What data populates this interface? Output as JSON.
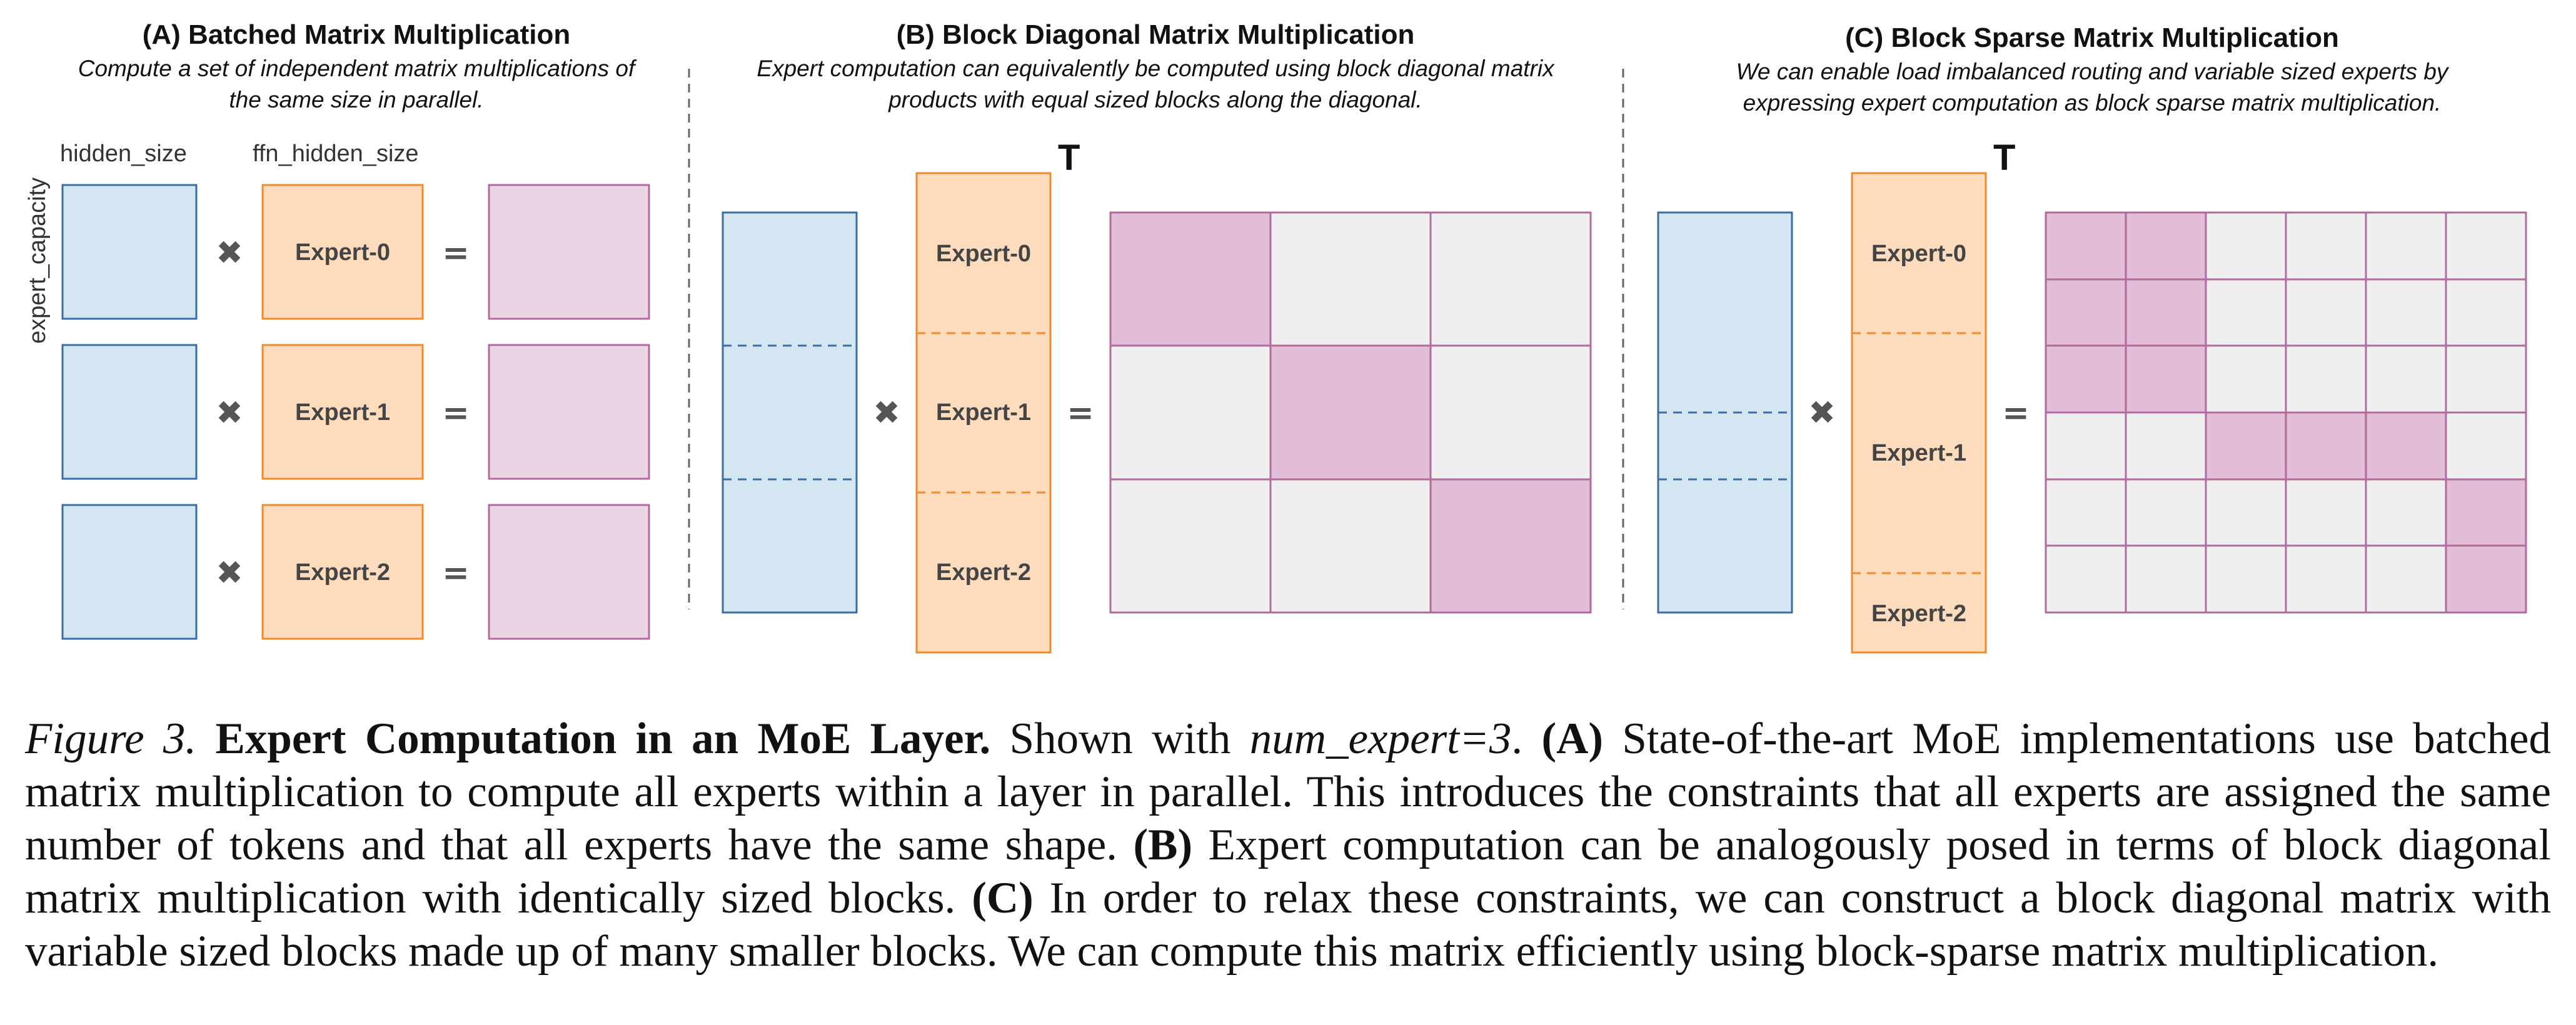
{
  "panels": {
    "a": {
      "title": "(A) Batched Matrix Multiplication",
      "subtitle_line1": "Compute a set of independent matrix multiplications of",
      "subtitle_line2": "the same size in parallel.",
      "label_hidden_size": "hidden_size",
      "label_ffn_hidden_size": "ffn_hidden_size",
      "label_expert_capacity": "expert_capacity",
      "experts": [
        "Expert-0",
        "Expert-1",
        "Expert-2"
      ]
    },
    "b": {
      "title": "(B) Block Diagonal Matrix Multiplication",
      "subtitle_line1": "Expert computation can equivalently be computed using block diagonal matrix",
      "subtitle_line2": "products with equal sized blocks along the diagonal.",
      "transpose": "T",
      "experts": [
        "Expert-0",
        "Expert-1",
        "Expert-2"
      ]
    },
    "c": {
      "title": "(C) Block Sparse Matrix Multiplication",
      "subtitle_line1": "We can enable load imbalanced routing and variable sized experts by",
      "subtitle_line2": "expressing expert computation as block sparse matrix multiplication.",
      "transpose": "T",
      "experts": [
        "Expert-0",
        "Expert-1",
        "Expert-2"
      ]
    }
  },
  "symbols": {
    "multiply": "✖",
    "equals": "="
  },
  "colors": {
    "blue_fill": "#d3e6f1",
    "blue_stroke": "#3a6ea5",
    "orange_fill": "#fcdcbc",
    "orange_stroke": "#ef8b2c",
    "pink_fill": "#e1bdd7",
    "pink_light_fill": "#ead5e4",
    "pink_stroke": "#b06a9e",
    "gray_fill": "#efefef"
  },
  "caption": {
    "fig_label": "Figure 3.",
    "bold_title": "Expert Computation in an MoE Layer.",
    "t1": " Shown with ",
    "var": "num_expert=3",
    "t2": ". ",
    "a_tag": "(A)",
    "t3": " State-of-the-art MoE implementations use batched matrix multiplication to compute all experts within a layer in parallel. This introduces the constraints that all experts are assigned the same number of tokens and that all experts have the same shape. ",
    "b_tag": "(B)",
    "t4": " Expert computation can be analogously posed in terms of block diagonal matrix multiplication with identically sized blocks. ",
    "c_tag": "(C)",
    "t5": " In order to relax these constraints, we can construct a block diagonal matrix with variable sized blocks made up of many smaller blocks. We can compute this matrix efficiently using block-sparse matrix multiplication."
  }
}
